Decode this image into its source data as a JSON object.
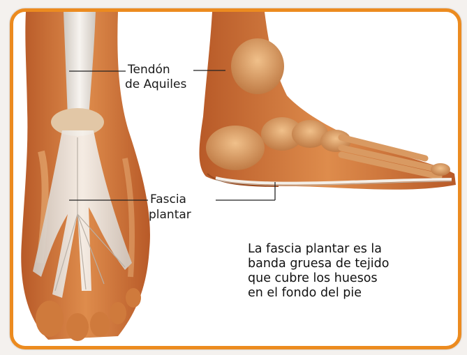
{
  "labels": {
    "achilles_line1": "Tendón",
    "achilles_line2": "de Aquiles",
    "fascia_line1": "Fascia",
    "fascia_line2": "plantar"
  },
  "caption": {
    "lines": [
      "La fascia plantar es la",
      "banda gruesa de tejido",
      "que cubre los huesos",
      "en el fondo del pie"
    ]
  },
  "colors": {
    "frame_border": "#ec8b1f",
    "skin": "#d6803e",
    "tendon": "#ebe6e0",
    "bone": "#c98a55"
  }
}
